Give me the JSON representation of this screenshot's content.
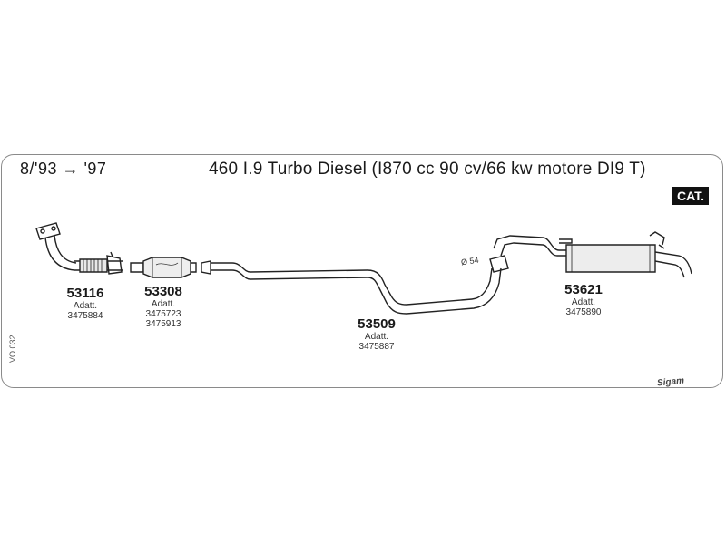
{
  "header": {
    "date_range": "8/'93 → '97",
    "title": "460 I.9 Turbo Diesel (I870 cc 90 cv/66 kw motore DI9 T)",
    "cat_badge": "CAT."
  },
  "parts": [
    {
      "code": "53116",
      "adapt_label": "Adatt.",
      "refs": [
        "3475884"
      ]
    },
    {
      "code": "53308",
      "adapt_label": "Adatt.",
      "refs": [
        "3475723",
        "3475913"
      ]
    },
    {
      "code": "53509",
      "adapt_label": "Adatt.",
      "refs": [
        "3475887"
      ]
    },
    {
      "code": "53621",
      "adapt_label": "Adatt.",
      "refs": [
        "3475890"
      ]
    }
  ],
  "annotations": {
    "diameter": "Ø 54",
    "sheet_ref": "VO 032",
    "brand": "Sigam"
  }
}
